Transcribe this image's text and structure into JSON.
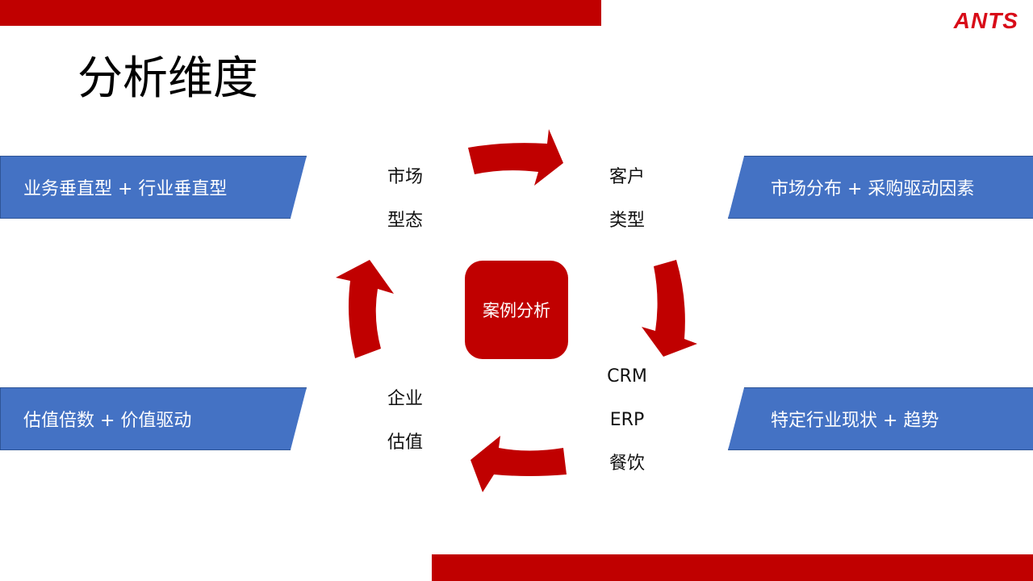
{
  "logo": "ANTS",
  "title": "分析维度",
  "center": "案例分析",
  "nodes": {
    "top_left": [
      "市场",
      "型态"
    ],
    "top_right": [
      "客户",
      "类型"
    ],
    "bottom_right": [
      "CRM",
      "ERP",
      "餐饮"
    ],
    "bottom_left": [
      "企业",
      "估值"
    ]
  },
  "banners": {
    "top_left": "业务垂直型  +  行业垂直型",
    "top_right": "市场分布  +  采购驱动因素",
    "bottom_left": "估值倍数 + 价值驱动",
    "bottom_right": "特定行业现状 + 趋势"
  },
  "colors": {
    "accent_red": "#c00000",
    "banner_blue": "#4472c4",
    "logo_red": "#d80c18"
  }
}
